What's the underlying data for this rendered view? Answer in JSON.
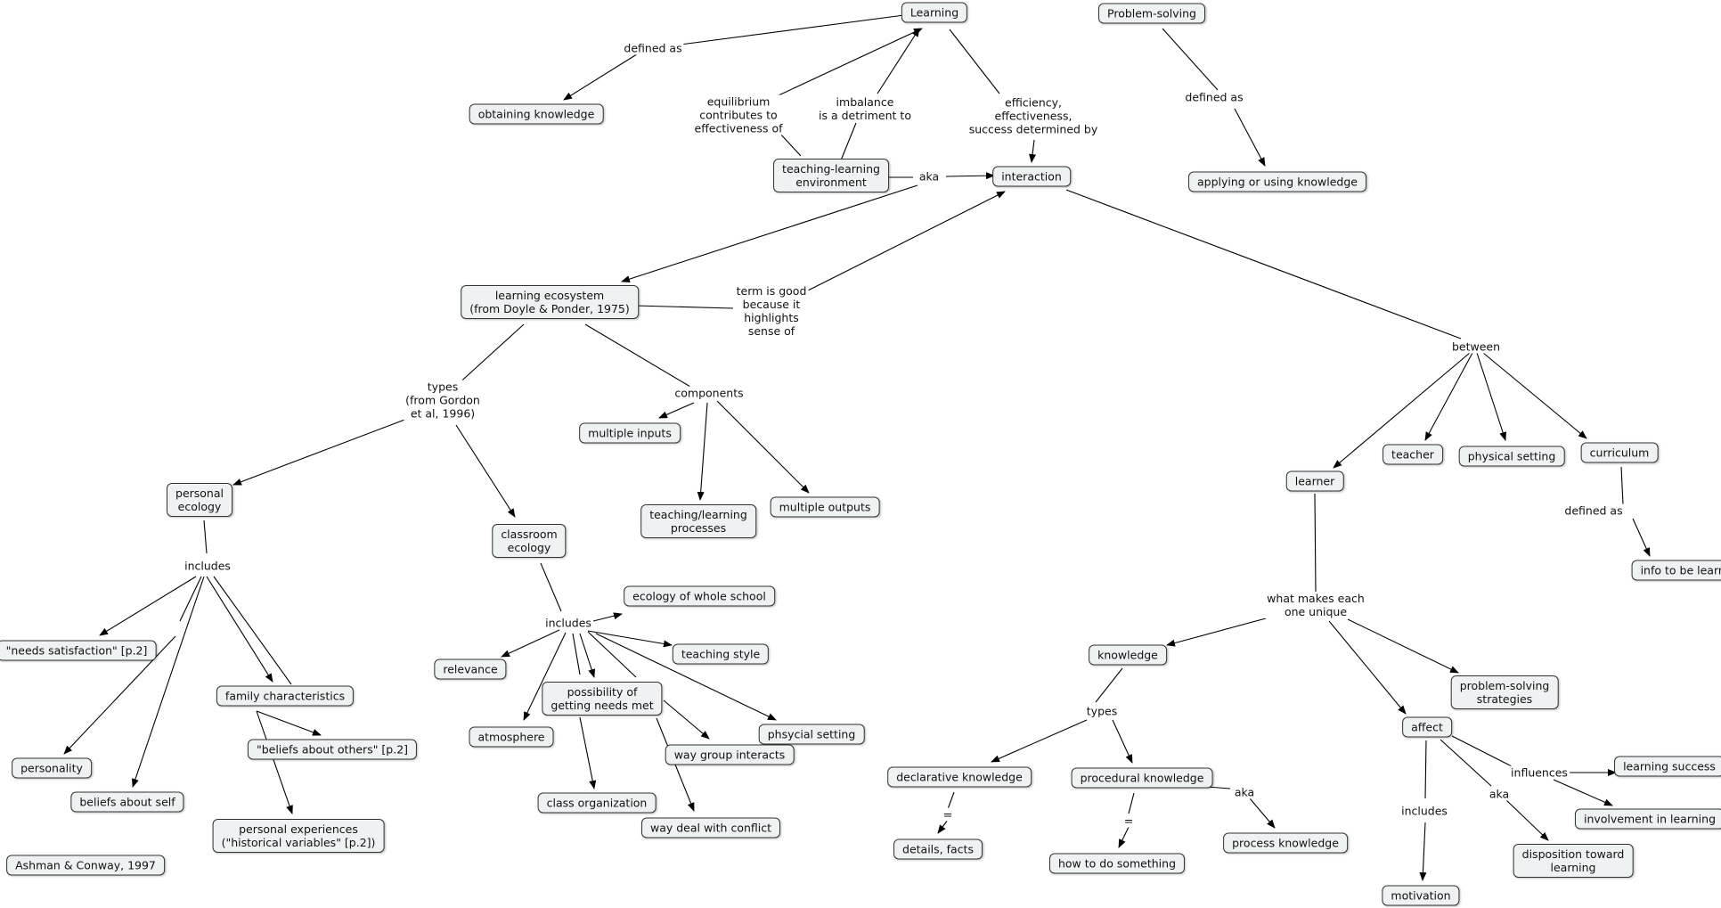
{
  "nodes": [
    {
      "id": "learning",
      "text": "Learning"
    },
    {
      "id": "problem_solving",
      "text": "Problem-solving"
    },
    {
      "id": "obtaining",
      "text": "obtaining knowledge"
    },
    {
      "id": "applying",
      "text": "applying or using knowledge"
    },
    {
      "id": "tle",
      "text": "teaching-learning\nenvironment"
    },
    {
      "id": "interaction",
      "text": "interaction"
    },
    {
      "id": "ecosystem",
      "text": "learning ecosystem\n(from Doyle & Ponder, 1975)"
    },
    {
      "id": "personal_ecology",
      "text": "personal\necology"
    },
    {
      "id": "classroom_ecology",
      "text": "classroom\necology"
    },
    {
      "id": "multiple_inputs",
      "text": "multiple inputs"
    },
    {
      "id": "tl_processes",
      "text": "teaching/learning\nprocesses"
    },
    {
      "id": "multiple_outputs",
      "text": "multiple outputs"
    },
    {
      "id": "needs_sat",
      "text": "\"needs satisfaction\" [p.2]"
    },
    {
      "id": "family",
      "text": "family characteristics"
    },
    {
      "id": "personality",
      "text": "personality"
    },
    {
      "id": "beliefs_others",
      "text": "\"beliefs about others\" [p.2]"
    },
    {
      "id": "beliefs_self",
      "text": "beliefs about self"
    },
    {
      "id": "personal_exp",
      "text": "personal experiences\n(\"historical variables\" [p.2])"
    },
    {
      "id": "citation",
      "text": "Ashman & Conway, 1997"
    },
    {
      "id": "eco_school",
      "text": "ecology of whole school"
    },
    {
      "id": "relevance",
      "text": "relevance"
    },
    {
      "id": "teaching_style",
      "text": "teaching style"
    },
    {
      "id": "needs_met",
      "text": "possibility of\ngetting needs met"
    },
    {
      "id": "atmosphere",
      "text": "atmosphere"
    },
    {
      "id": "phys_setting2",
      "text": "phsycial setting"
    },
    {
      "id": "group",
      "text": "way group interacts"
    },
    {
      "id": "class_org",
      "text": "class organization"
    },
    {
      "id": "conflict",
      "text": "way deal with conflict"
    },
    {
      "id": "learner",
      "text": "learner"
    },
    {
      "id": "teacher",
      "text": "teacher"
    },
    {
      "id": "phys_setting",
      "text": "physical setting"
    },
    {
      "id": "curriculum",
      "text": "curriculum"
    },
    {
      "id": "info",
      "text": "info to be learned"
    },
    {
      "id": "knowledge",
      "text": "knowledge"
    },
    {
      "id": "ps_strategies",
      "text": "problem-solving\nstrategies"
    },
    {
      "id": "affect",
      "text": "affect"
    },
    {
      "id": "declarative",
      "text": "declarative knowledge"
    },
    {
      "id": "procedural",
      "text": "procedural knowledge"
    },
    {
      "id": "details",
      "text": "details, facts"
    },
    {
      "id": "how_to",
      "text": "how to do something"
    },
    {
      "id": "process_k",
      "text": "process knowledge"
    },
    {
      "id": "learning_success",
      "text": "learning success"
    },
    {
      "id": "involvement",
      "text": "involvement in learning"
    },
    {
      "id": "disposition",
      "text": "disposition toward\nlearning"
    },
    {
      "id": "motivation",
      "text": "motivation"
    }
  ],
  "labels": [
    {
      "id": "l_defined1",
      "text": "defined as"
    },
    {
      "id": "l_equilibrium",
      "text": "equilibrium\ncontributes to\neffectiveness of"
    },
    {
      "id": "l_imbalance",
      "text": "imbalance\nis a detriment to"
    },
    {
      "id": "l_efficiency",
      "text": "efficiency,\neffectiveness,\nsuccess determined by"
    },
    {
      "id": "l_defined2",
      "text": "defined as"
    },
    {
      "id": "l_aka1",
      "text": "aka"
    },
    {
      "id": "l_term",
      "text": "term is good\nbecause it\nhighlights\nsense of"
    },
    {
      "id": "l_types1",
      "text": "types\n(from Gordon\net al, 1996)"
    },
    {
      "id": "l_components",
      "text": "components"
    },
    {
      "id": "l_includes1",
      "text": "includes"
    },
    {
      "id": "l_includes2",
      "text": "includes"
    },
    {
      "id": "l_between",
      "text": "between"
    },
    {
      "id": "l_defined3",
      "text": "defined as"
    },
    {
      "id": "l_unique",
      "text": "what makes each\none unique"
    },
    {
      "id": "l_types2",
      "text": "types"
    },
    {
      "id": "l_eq1",
      "text": "="
    },
    {
      "id": "l_eq2",
      "text": "="
    },
    {
      "id": "l_aka2",
      "text": "aka"
    },
    {
      "id": "l_influences",
      "text": "influences"
    },
    {
      "id": "l_aka3",
      "text": "aka"
    },
    {
      "id": "l_includes3",
      "text": "includes"
    }
  ]
}
